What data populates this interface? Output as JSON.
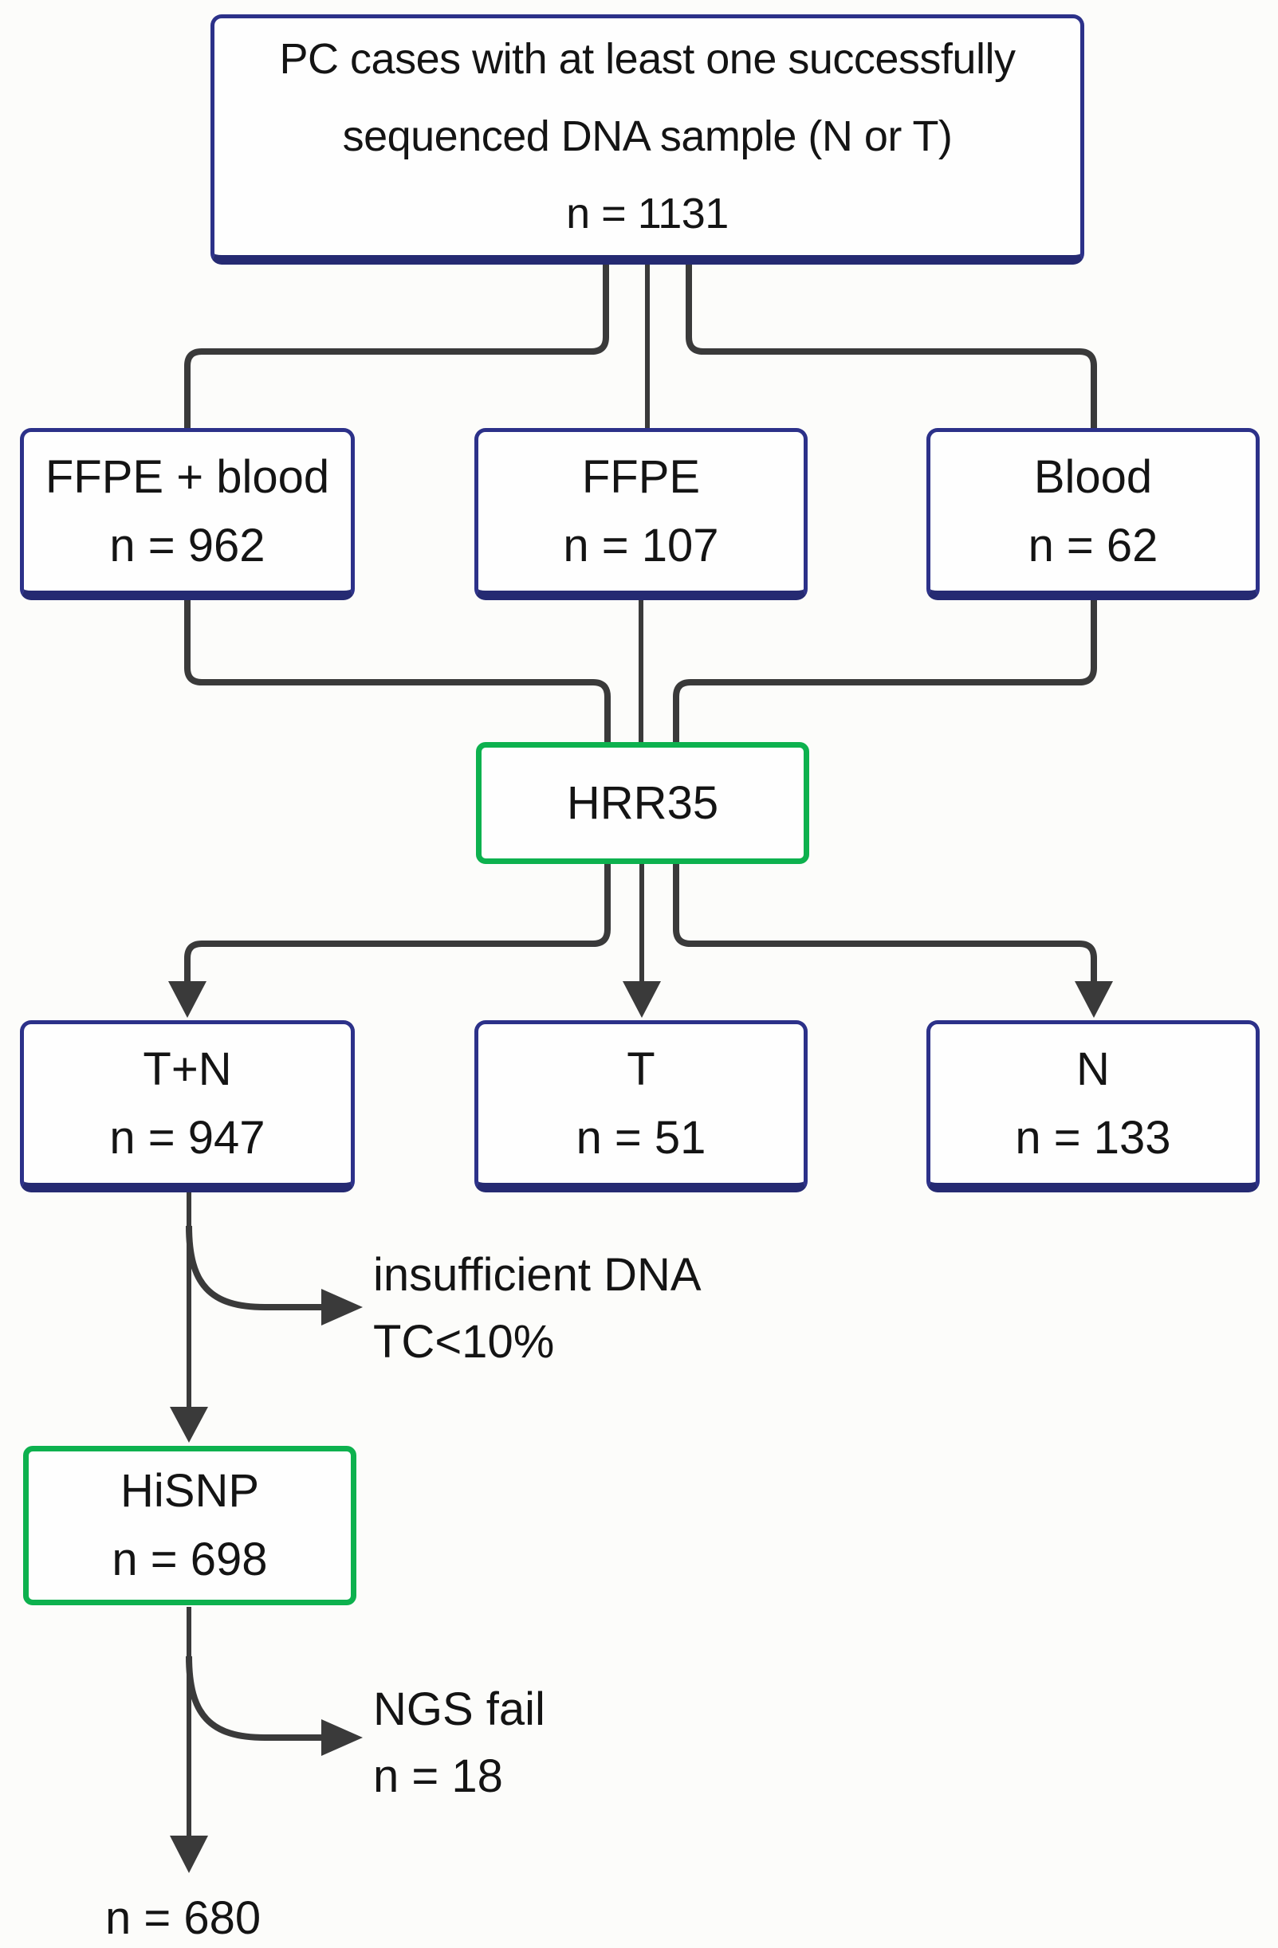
{
  "title": "Sample flow diagram of PC cases with sequenced DNA samples",
  "colors": {
    "navy_border": "#2c3189",
    "navy_border_dark": "#252a72",
    "green_border": "#0db14e",
    "connector_line": "#3a3a3a",
    "text": "#141414",
    "background": "#fcfcfa",
    "box_fill": "#fefefe"
  },
  "nodes": {
    "top": {
      "line1": "PC cases with at least one successfully",
      "line2": "sequenced DNA sample (N or T)",
      "count": "n = 1131"
    },
    "ffpe_blood": {
      "label": "FFPE + blood",
      "count": "n = 962"
    },
    "ffpe": {
      "label": "FFPE",
      "count": "n = 107"
    },
    "blood": {
      "label": "Blood",
      "count": "n = 62"
    },
    "hrr35": {
      "label": "HRR35"
    },
    "t_plus_n": {
      "label": "T+N",
      "count": "n = 947"
    },
    "t": {
      "label": "T",
      "count": "n = 51"
    },
    "n": {
      "label": "N",
      "count": "n = 133"
    },
    "hisnp": {
      "label": "HiSNP",
      "count": "n = 698"
    },
    "final": {
      "count": "n = 680"
    }
  },
  "exit_branches": {
    "insufficient_dna": {
      "line1": "insufficient DNA",
      "line2": "TC<10%"
    },
    "ngs_fail": {
      "line1": "NGS fail",
      "line2": "n = 18"
    }
  }
}
